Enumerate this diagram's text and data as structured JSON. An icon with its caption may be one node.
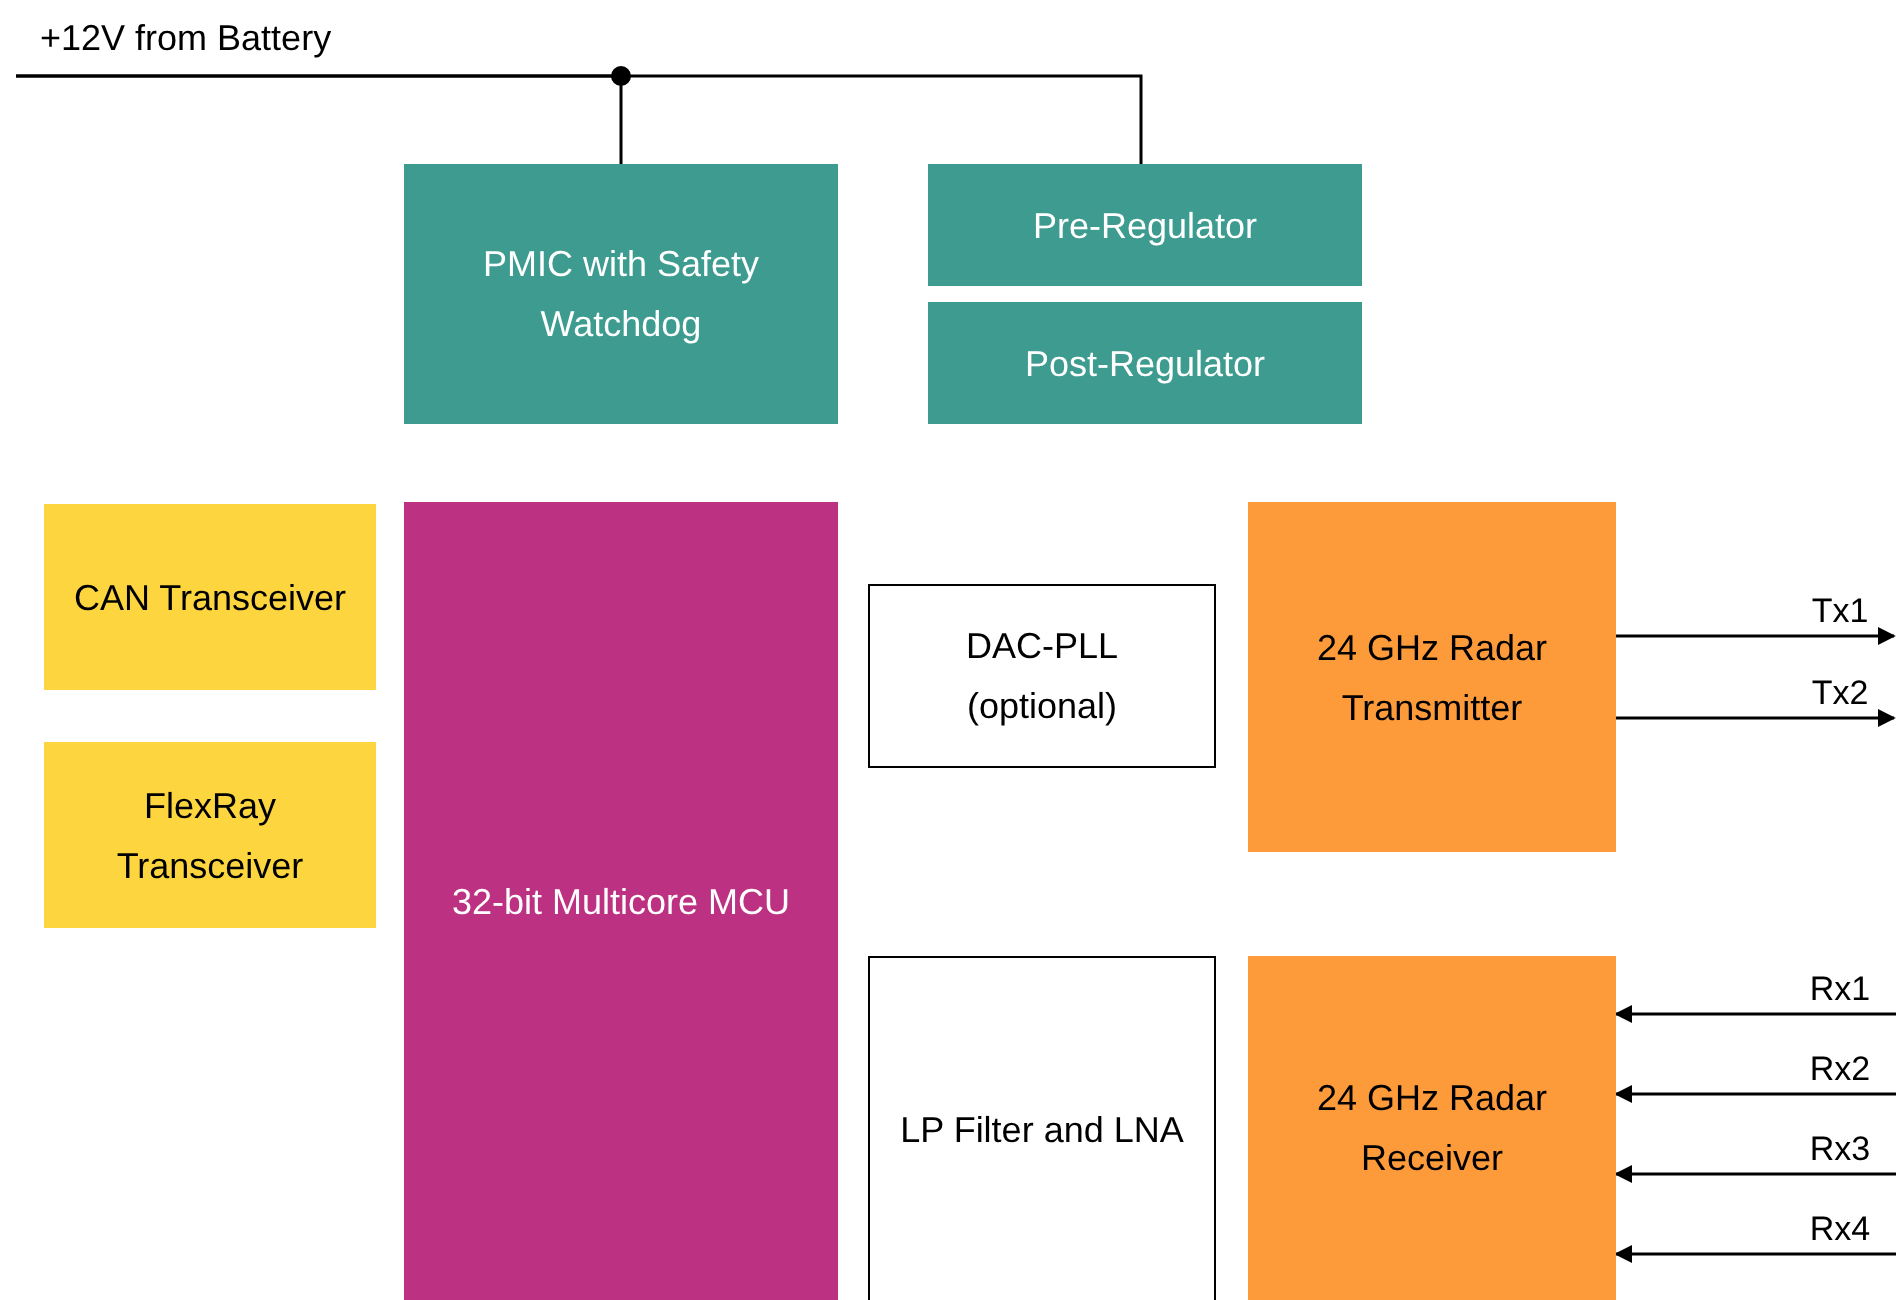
{
  "diagram": {
    "nodes": [
      {
        "text": [
          "+12V from Battery"
        ]
      },
      {
        "text": [
          "PMIC with Safety Watchdog"
        ]
      },
      {
        "text": [
          "Pre-Regulator"
        ]
      },
      {
        "text": [
          "Post-Regulator"
        ]
      },
      {
        "text": [
          "CAN Transceiver"
        ]
      },
      {
        "text": [
          "FlexRay Transceiver"
        ]
      },
      {
        "text": [
          "32-bit Multicore MCU"
        ]
      },
      {
        "text": [
          "DAC-PLL (optional)"
        ]
      },
      {
        "text": [
          "24 GHz Radar Transmitter"
        ]
      },
      {
        "text": [
          "LP Filter and LNA"
        ]
      },
      {
        "text": [
          "24 GHz Radar Receiver"
        ]
      }
    ],
    "edges": [
      {
        "from": 0,
        "to": 1,
        "arrow": "none"
      },
      {
        "from": 0,
        "to": 2,
        "arrow": "none"
      },
      {
        "from": 8,
        "to": null,
        "arrow": "to",
        "label": "Tx1"
      },
      {
        "from": 8,
        "to": null,
        "arrow": "to",
        "label": "Tx2"
      },
      {
        "from": null,
        "to": 10,
        "arrow": "to",
        "label": "Rx1"
      },
      {
        "from": null,
        "to": 10,
        "arrow": "to",
        "label": "Rx2"
      },
      {
        "from": null,
        "to": 10,
        "arrow": "to",
        "label": "Rx3"
      },
      {
        "from": null,
        "to": 10,
        "arrow": "to",
        "label": "Rx4"
      }
    ]
  }
}
